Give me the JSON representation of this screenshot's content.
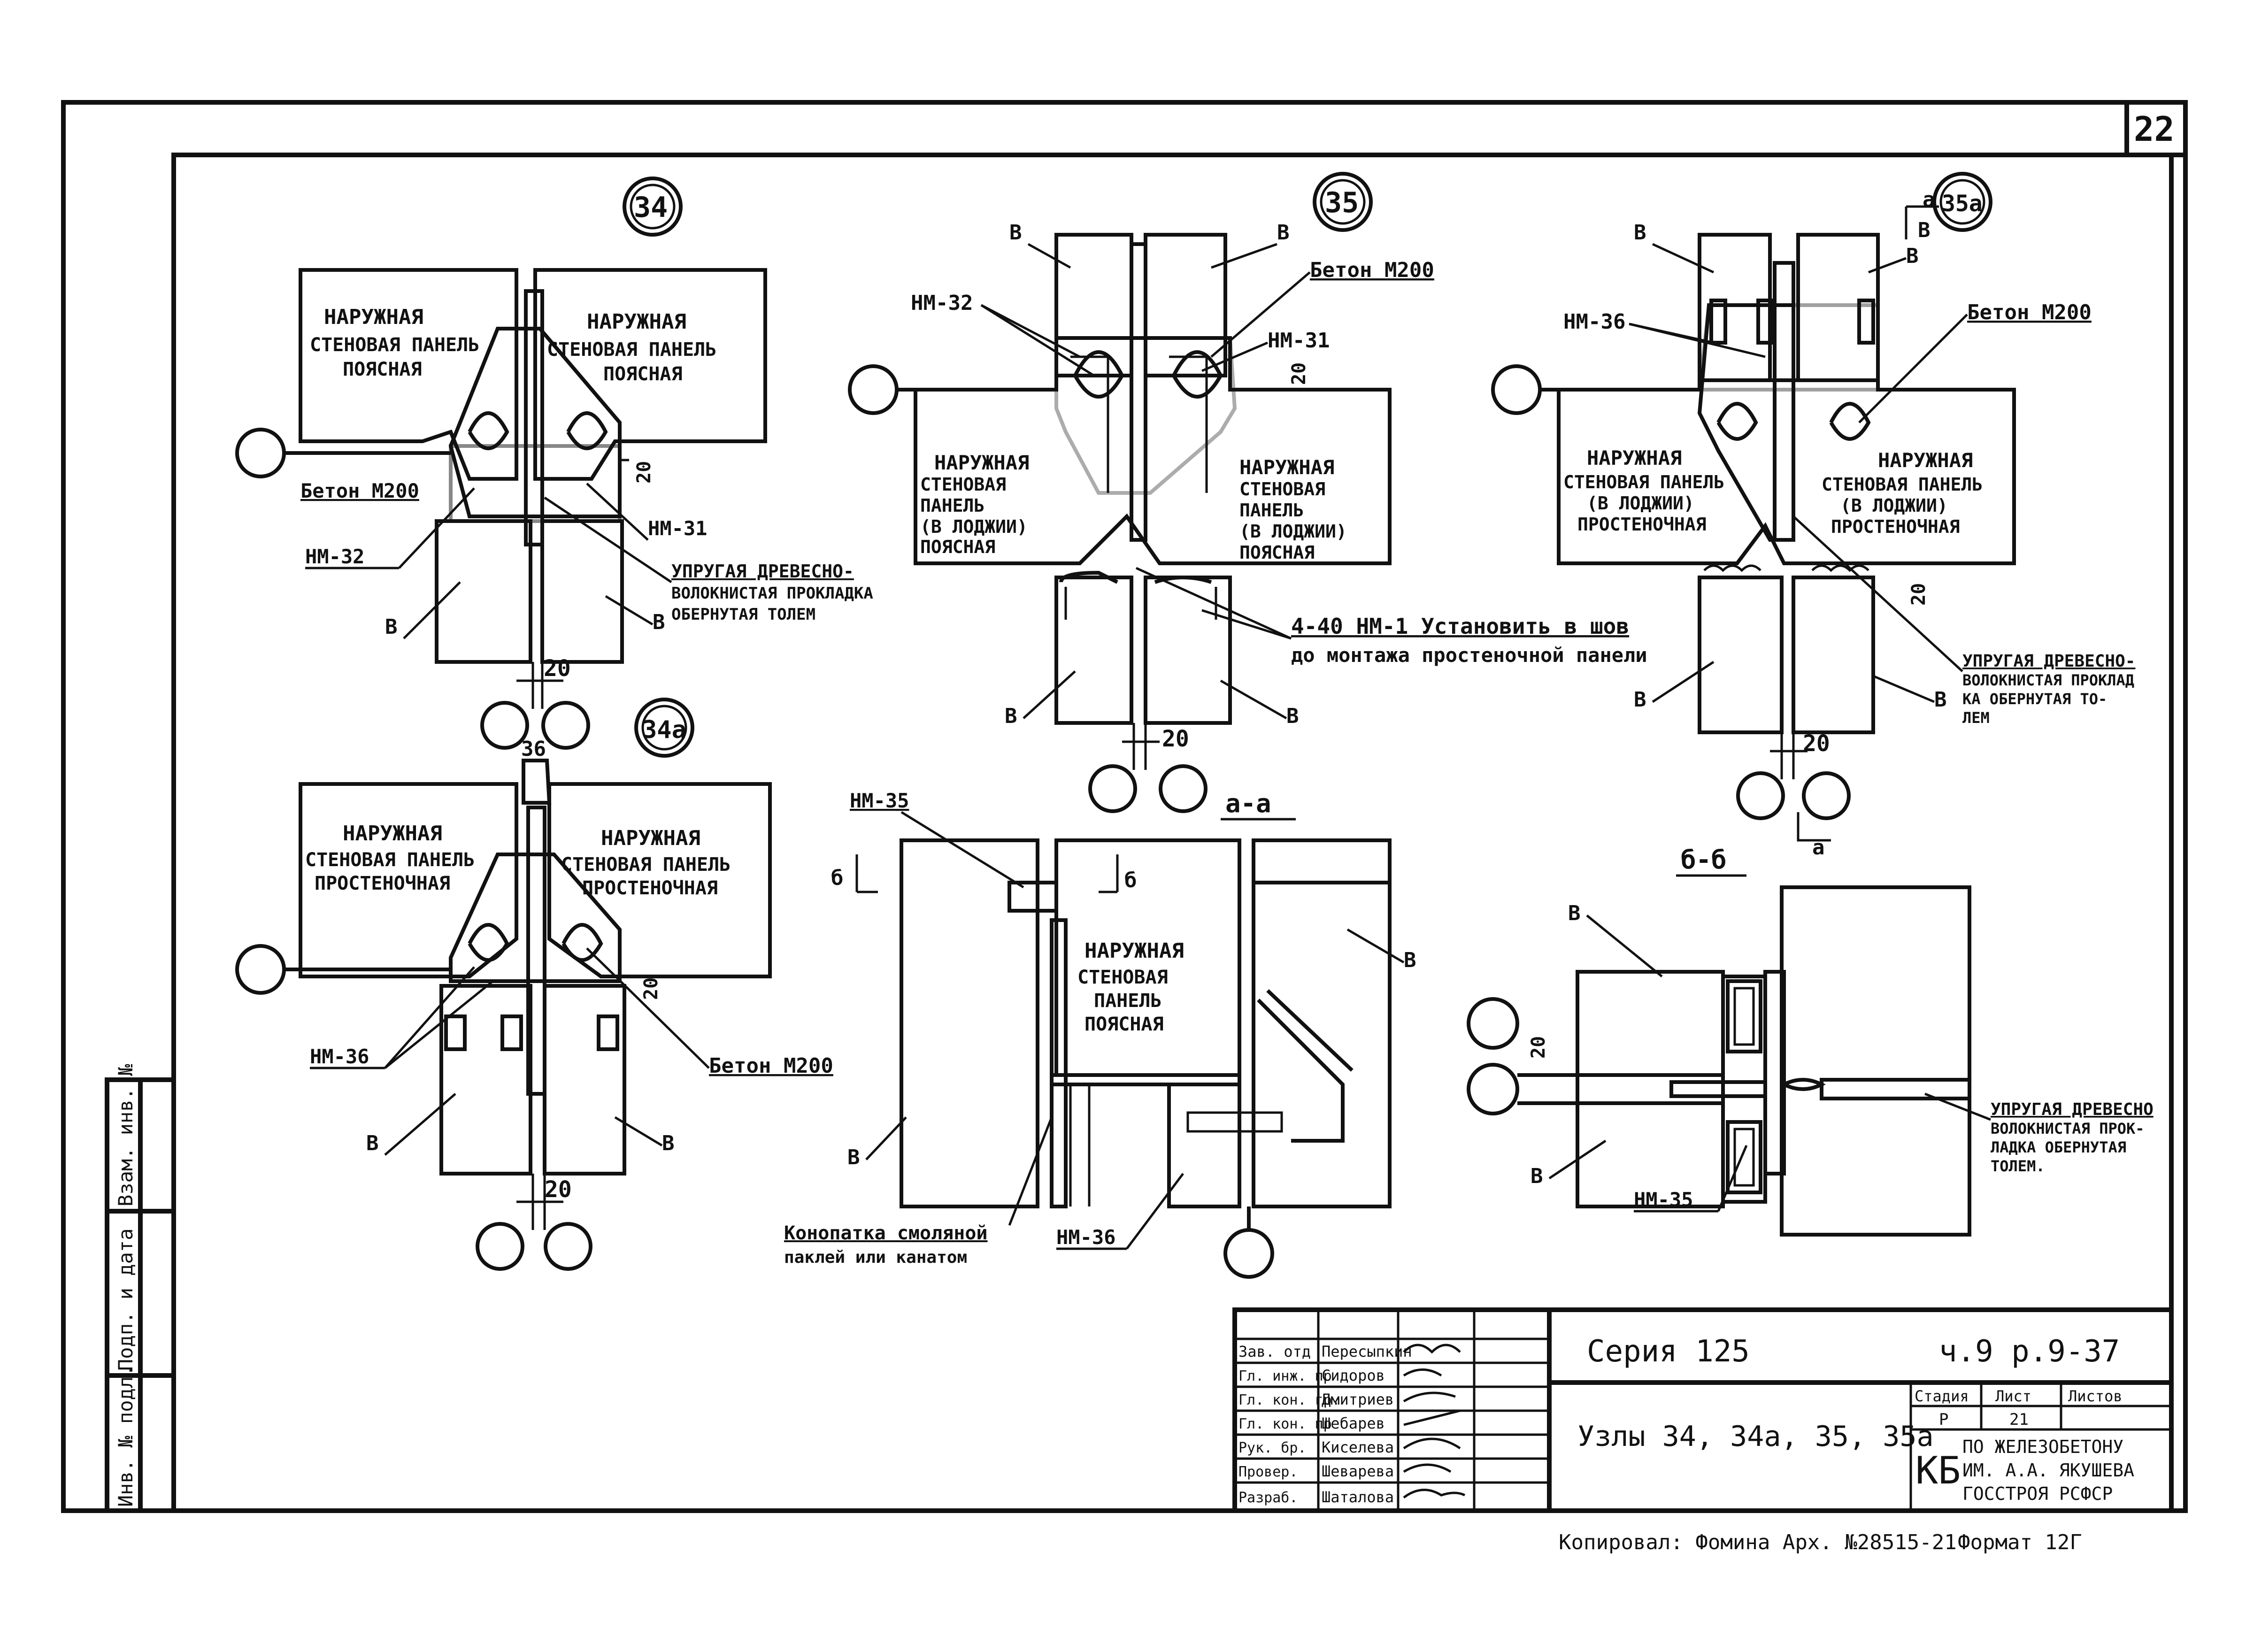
{
  "sheet_number": "22",
  "node_markers": {
    "n34": "34",
    "n35": "35",
    "n35a": "35а",
    "n34a": "34а"
  },
  "labels": {
    "outer_wall_panel_belt": "Наружная стеновая панель поясная",
    "outer_wall_panel_pier": "Наружная стеновая панель простеночная",
    "outer_wall_panel_loggia_belt": "Наружная стеновая панель (в лоджии) поясная",
    "outer_wall_panel_loggia_pier": "Наружная стеновая панель (в лоджии) простеночная",
    "concrete": "Бетон М200",
    "nm31": "НМ-31",
    "nm32": "НМ-32",
    "nm35": "НМ-35",
    "nm36": "НМ-36",
    "gasket": "Упругая древесно-волокнистая прокладка обернутая толем",
    "install_note_1": "4-40 НМ-1 Установить в шов",
    "install_note_2": "до монтажа простеночной панели",
    "caulk_1": "Конопатка смоляной",
    "caulk_2": "паклей или канатом",
    "b": "В",
    "dim20": "20",
    "dim36": "36",
    "section_aa": "а-а",
    "section_bb": "б-б",
    "cut_a": "а",
    "cut_b": "б"
  },
  "side_stamp": {
    "inv_podl": "Инв. № подл.",
    "podp_data": "Подп. и дата",
    "vzam_inv": "Взам. инв. №"
  },
  "title_block": {
    "roles": [
      "Зав. отд",
      "Гл. инж. пр",
      "Гл. кон. гр.",
      "Гл. кон. пр",
      "Рук. бр.",
      "Провер.",
      "Разраб."
    ],
    "names": [
      "Пересыпкин",
      "Сидоров",
      "Дмитриев",
      "Шебарев",
      "Киселева",
      "Шеварева",
      "Шаталова"
    ],
    "series": "Серия 125",
    "issue": "ч.9  р.9-37",
    "subject": "Узлы 34, 34а, 35, 35а",
    "stage_hdr": "Стадия",
    "sheet_hdr": "Лист",
    "sheets_hdr": "Листов",
    "stage": "Р",
    "sheet": "21",
    "org": [
      "ПО ЖЕЛЕЗОБЕТОНУ",
      "ИМ. А.А. ЯКУШЕВА",
      "ГОССТРОЯ РСФСР"
    ],
    "org_logo": "КБ"
  },
  "footer": {
    "copied": "Копировал: Фомина  Арх. №28515-21",
    "format": "Формат 12Г"
  }
}
